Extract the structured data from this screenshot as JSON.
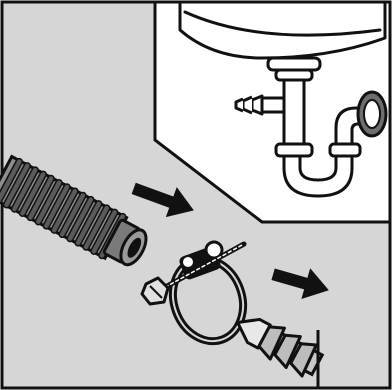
{
  "illustration": {
    "kind": "installation-instruction-diagram",
    "colors": {
      "panel_background": "#d6d6d6",
      "inset_background": "#ffffff",
      "hose_fill": "#8e8e8e",
      "hose_dark": "#5a5a5a",
      "fitting_fill": "#c8c8c8",
      "clamp_fill": "#111111",
      "line_color": "#111111"
    },
    "parts": {
      "inset": [
        "sink-basin",
        "p-trap",
        "wall-flange",
        "side-inlet-nipple"
      ],
      "main": [
        "drain-hose",
        "hose-clamp",
        "barbed-adapter",
        "direction-arrows"
      ]
    }
  }
}
